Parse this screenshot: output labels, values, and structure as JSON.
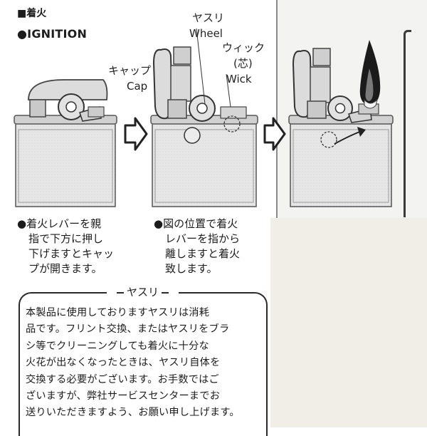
{
  "section": {
    "title_jp": "■着火",
    "title_en": "●IGNITION"
  },
  "labels": {
    "cap_jp": "キャップ",
    "cap_en": "Cap",
    "wheel_jp": "ヤスリ",
    "wheel_en": "Wheel",
    "wick_jp_1": "ウィック",
    "wick_jp_2": "(芯)",
    "wick_en": "Wick"
  },
  "captions": {
    "step1": [
      "●着火レバーを親",
      "指で下方に押し",
      "下げますとキャッ",
      "プが開きます。"
    ],
    "step2": [
      "●図の位置で着火",
      "レバーを指から",
      "離しますと着火",
      "致します。"
    ]
  },
  "note": {
    "title": "ヤスリ",
    "lines": [
      "本製品に使用しておりますヤスリは消耗",
      "品です。フリント交換、またはヤスリをブラ",
      "シ等でクリーニングしても着火に十分な",
      "火花が出なくなったときは、ヤスリ自体を",
      "交換する必要がございます。お手数ではご",
      "ざいますが、弊社サービスセンターまでお",
      "送りいただきますよう、お願い申し上げます。"
    ]
  }
}
